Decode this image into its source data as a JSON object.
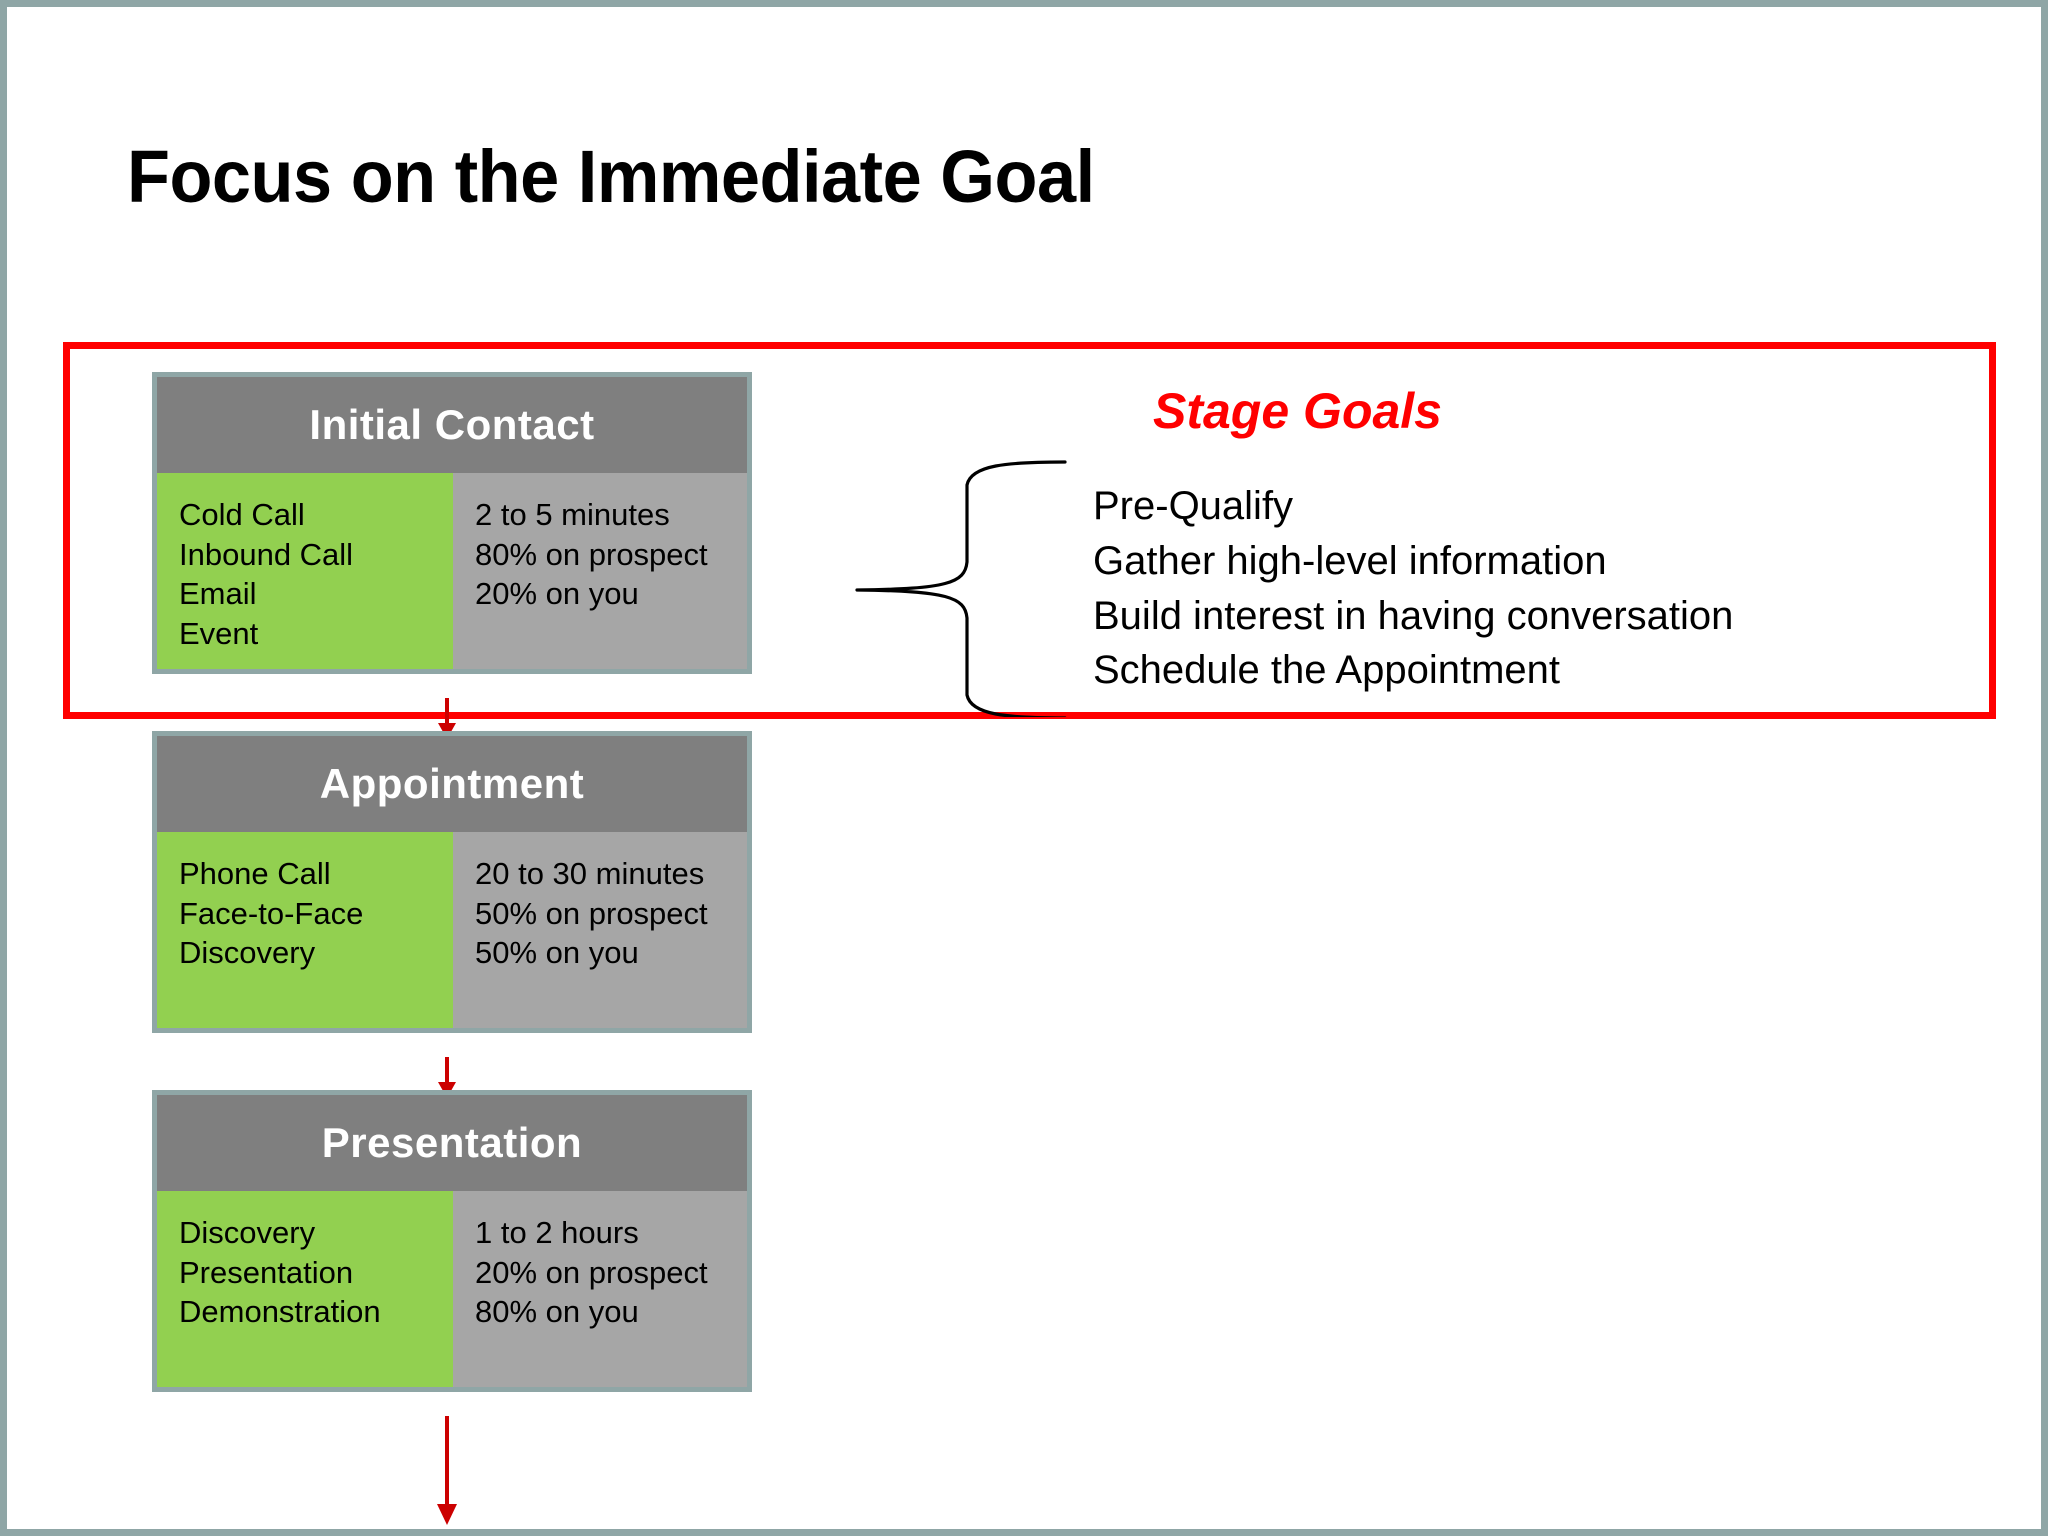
{
  "slide": {
    "title": "Focus on the Immediate Goal",
    "background_color": "#ffffff",
    "frame_border_color": "#8fa6a6"
  },
  "highlight": {
    "name": "stage-highlight-rectangle",
    "color": "#ff0000"
  },
  "colors": {
    "header_gray": "#7f7f7f",
    "body_gray": "#a6a6a6",
    "accent_green": "#92d050",
    "card_border": "#8fa6a6",
    "arrow_red": "#cc0000",
    "goals_red": "#ff0000"
  },
  "stages": [
    {
      "id": "initial-contact",
      "header": "Initial Contact",
      "methods": [
        "Cold Call",
        "Inbound Call",
        "Email",
        "Event"
      ],
      "metrics": [
        "2 to 5 minutes",
        "80% on prospect",
        "20% on you"
      ]
    },
    {
      "id": "appointment",
      "header": "Appointment",
      "methods": [
        "Phone Call",
        "Face-to-Face",
        "Discovery"
      ],
      "metrics": [
        "20 to 30 minutes",
        "50% on prospect",
        "50% on you"
      ]
    },
    {
      "id": "presentation",
      "header": "Presentation",
      "methods": [
        "Discovery",
        "Presentation",
        "Demonstration"
      ],
      "metrics": [
        "1 to 2 hours",
        "20% on prospect",
        "80% on you"
      ]
    }
  ],
  "stage_goals": {
    "title": "Stage Goals",
    "items": [
      "Pre-Qualify",
      "Gather high-level information",
      "Build interest in having conversation",
      "Schedule the Appointment"
    ]
  }
}
